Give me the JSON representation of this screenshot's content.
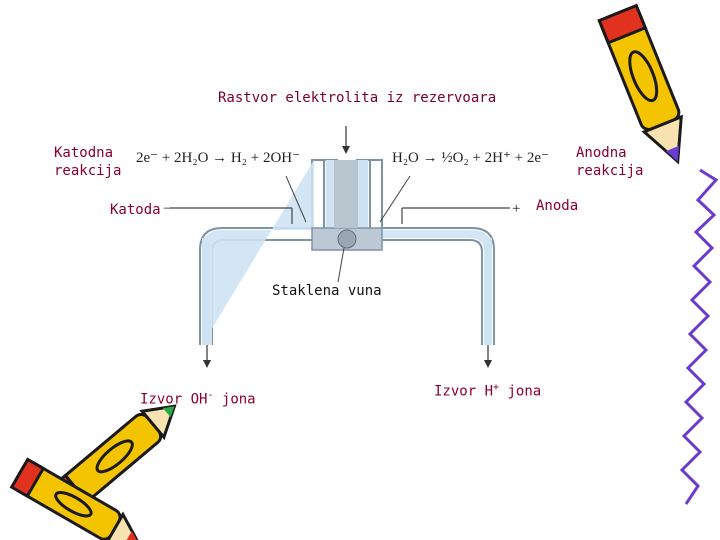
{
  "title": "Rastvor elektrolita iz rezervoara",
  "left_reaction_label": [
    "Katodna",
    "reakcija"
  ],
  "right_reaction_label": [
    "Anodna",
    "reakcija"
  ],
  "cathode_label": "Katoda",
  "anode_label": "Anoda",
  "glass_wool_label": "Staklena vuna",
  "oh_source_label": "Izvor OH",
  "oh_superscript": "-",
  "oh_suffix": " jona",
  "h_source_label": "Izvor H",
  "h_superscript": "+",
  "h_suffix": " jona",
  "cathode_equation": "2e⁻ + 2H₂O → H₂ + 2OH⁻",
  "anode_equation": "H₂O → ½O₂ + 2H⁺ + 2e⁻",
  "cathode_sign": "−",
  "anode_sign": "+",
  "colors": {
    "label_text": "#8a0030",
    "tube_fill": "#cfe3f3",
    "tube_stroke": "#7f93a8",
    "pencil_yellow": "#f5c400",
    "pencil_red": "#e0321e",
    "pencil_outline": "#1a1a1a"
  },
  "icons": [
    "pencil-icon-top-right",
    "pencil-icon-bottom-left",
    "pencil-icon-right-edge"
  ]
}
